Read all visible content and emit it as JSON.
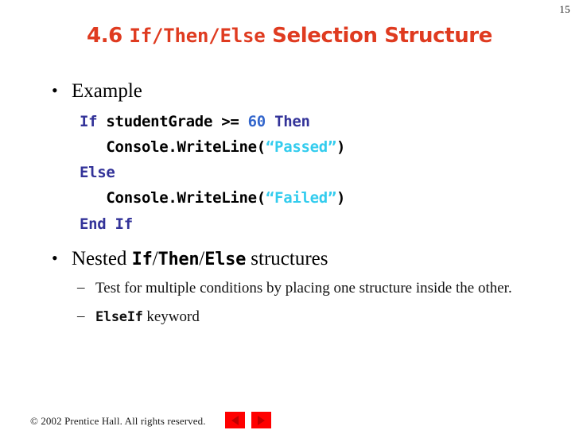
{
  "slide": {
    "page_number": "15",
    "title": {
      "number": "4.6 ",
      "keyword": "If/Then/Else",
      "rest": " Selection Structure",
      "color": "#DF3B20"
    }
  },
  "content": {
    "bullets": [
      {
        "marker": "•",
        "text": "Example"
      }
    ],
    "code": {
      "lines": [
        [
          {
            "text": "If ",
            "kind": "keyword"
          },
          {
            "text": "studentGrade >= ",
            "kind": "plain"
          },
          {
            "text": "60",
            "kind": "number"
          },
          {
            "text": " ",
            "kind": "plain"
          },
          {
            "text": "Then",
            "kind": "keyword"
          }
        ],
        [
          {
            "text": "   Console.WriteLine(",
            "kind": "plain"
          },
          {
            "text": "“Passed”",
            "kind": "string"
          },
          {
            "text": ")",
            "kind": "plain"
          }
        ],
        [
          {
            "text": "Else",
            "kind": "keyword"
          }
        ],
        [
          {
            "text": "   Console.WriteLine(",
            "kind": "plain"
          },
          {
            "text": "“Failed”",
            "kind": "string"
          },
          {
            "text": ")",
            "kind": "plain"
          }
        ],
        [
          {
            "text": "End If",
            "kind": "keyword"
          }
        ]
      ],
      "colors": {
        "keyword": "#333399",
        "number": "#3366CC",
        "string": "#33CCEE",
        "plain": "#000000"
      }
    },
    "nested_bullet": {
      "marker": "•",
      "prefix": "Nested ",
      "kw_if": "If",
      "sep1": "/",
      "kw_then": "Then",
      "sep2": "/",
      "kw_else": "Else",
      "suffix": " structures"
    },
    "sub_bullets": [
      {
        "marker": "–",
        "text": "Test for multiple conditions by placing one structure inside the other."
      },
      {
        "marker": "–",
        "kw": "ElseIf",
        "text": " keyword"
      }
    ]
  },
  "footer": {
    "copyright": "© 2002 Prentice Hall.  All rights reserved.",
    "prev_label": "",
    "next_label": ""
  }
}
